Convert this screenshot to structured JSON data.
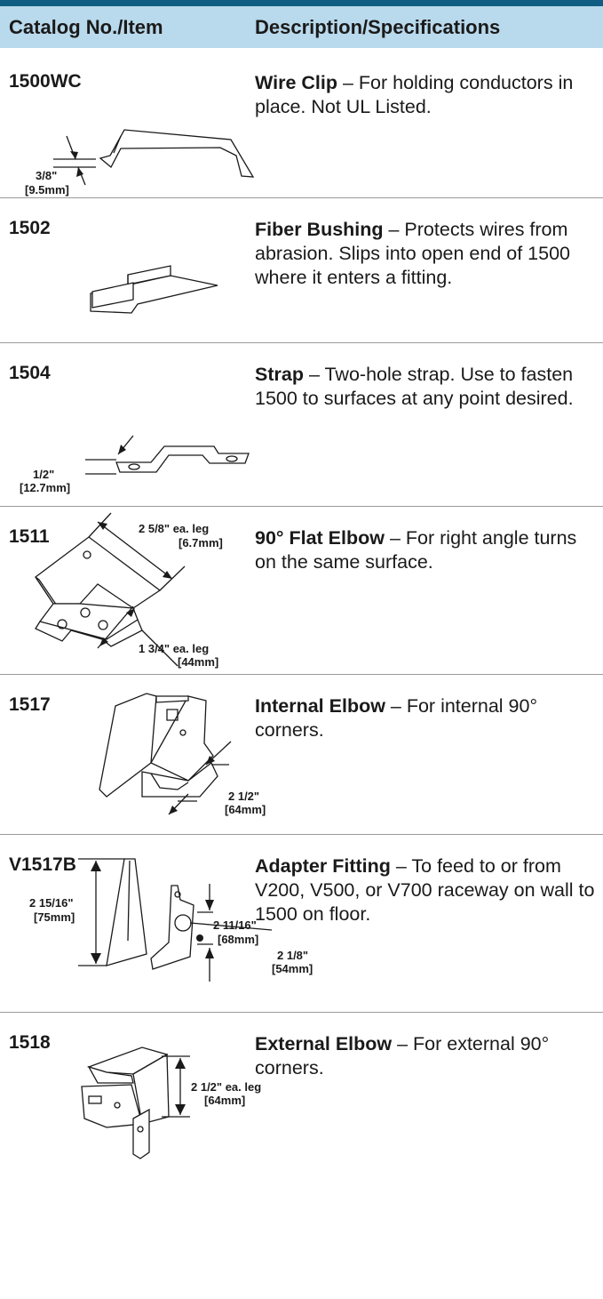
{
  "header": {
    "col1": "Catalog No./Item",
    "col2": "Description/Specifications"
  },
  "rows": [
    {
      "item": "1500WC",
      "name": "Wire Clip",
      "text": " – For holding conductors in place. Not UL Listed.",
      "dims": [
        "3/8\"",
        "[9.5mm]"
      ],
      "icon": "wire-clip-drawing"
    },
    {
      "item": "1502",
      "name": "Fiber Bushing",
      "text": " – Protects wires from abrasion. Slips into open end of 1500 where it enters a fitting.",
      "icon": "fiber-bushing-drawing"
    },
    {
      "item": "1504",
      "name": "Strap",
      "text": " – Two-hole strap. Use to fasten 1500 to surfaces at any point desired.",
      "dims": [
        "1/2\"",
        "[12.7mm]"
      ],
      "icon": "strap-drawing"
    },
    {
      "item": "1511",
      "name": "90° Flat Elbow",
      "text": " – For right angle turns on the same surface.",
      "dims": [
        "2 5/8\" ea. leg",
        "[6.7mm]",
        "1 3/4\" ea. leg",
        "[44mm]"
      ],
      "icon": "flat-elbow-drawing"
    },
    {
      "item": "1517",
      "name": "Internal Elbow",
      "text": " – For internal 90° corners.",
      "dims": [
        "2 1/2\"",
        "[64mm]"
      ],
      "icon": "internal-elbow-drawing"
    },
    {
      "item": "V1517B",
      "name": "Adapter Fitting",
      "text": " – To feed to or from V200, V500, or V700 raceway on wall to 1500 on floor.",
      "dims": [
        "2 15/16\"",
        "[75mm]",
        "2 11/16\"",
        "[68mm]",
        "2 1/8\"",
        "[54mm]"
      ],
      "icon": "adapter-fitting-drawing"
    },
    {
      "item": "1518",
      "name": "External Elbow",
      "text": " – For external 90° corners.",
      "dims": [
        "2 1/2\" ea. leg",
        "[64mm]"
      ],
      "icon": "external-elbow-drawing"
    }
  ],
  "colors": {
    "top_bar": "#0f5d83",
    "header_bg": "#b9d9ec",
    "divider": "#9a9a9a"
  }
}
